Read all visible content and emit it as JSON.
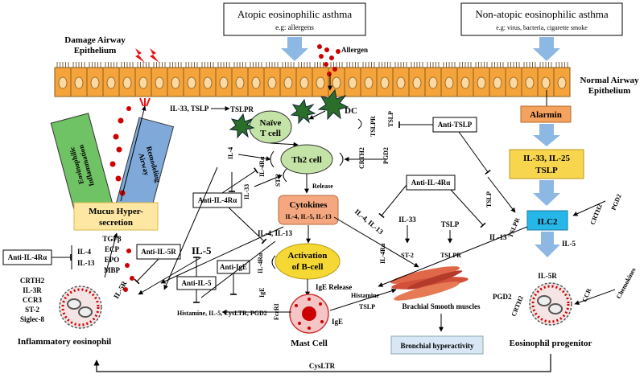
{
  "headers": {
    "atopic": {
      "title": "Atopic eosinophilic asthma",
      "subtitle": "e.g: allergens"
    },
    "nonatopic": {
      "title": "Non-atopic eosinophilic asthma",
      "subtitle": "e.g: virus, bacteria, cigarette smoke"
    }
  },
  "epithelium": {
    "damage_label_1": "Damage Airway",
    "damage_label_2": "Epithelium",
    "normal_label_1": "Normal Airway",
    "normal_label_2": "Epithelium",
    "allergen": "Allergen"
  },
  "left_column": {
    "eos_inflammation_1": "Eosinophilic",
    "eos_inflammation_2": "Inflammation",
    "remodeling_1": "Airway",
    "remodeling_2": "Remodeling",
    "mucus_1": "Mucus Hyper-",
    "mucus_2": "secretion",
    "anti_il4ra": "Anti-IL-4Rα",
    "il4": "IL-4",
    "il13": "IL-13",
    "mediators": [
      "TGFβ",
      "ECP",
      "EPO",
      "MBP"
    ],
    "receptors": [
      "CRTH2",
      "IL-3R",
      "CCR3",
      "ST-2",
      "Siglec-8"
    ],
    "inflammatory_eos": "Inflammatory eosinophil",
    "il5r": "IL-5R",
    "anti_il5r": "Anti-IL-5R"
  },
  "center": {
    "il33_tslp": "IL-33, TSLP",
    "tslpr": "TSLPR",
    "naive_1": "Naïve",
    "naive_2": "T cell",
    "dc": "DC",
    "tslpr_dc": "TSLPR",
    "tslp_dc": "TSLP",
    "il4": "IL-4",
    "il4ra": "IL-4Rα",
    "th2": "Th2 cell",
    "crth2": "CRTH2",
    "pgd2": "PGD2",
    "il33": "IL-33",
    "st2": "ST-2",
    "anti_il4ra_center": "Anti-IL-4Rα",
    "release": "Release",
    "cytokines": "Cytokines",
    "cytokine_list": "IL-4, IL-5, IL-13",
    "il4_il13_mid": "IL-4, IL-13",
    "il4ra_b": "IL-4Rα",
    "activation_1": "Activation",
    "activation_2": "of B-cell",
    "il5": "IL-5",
    "anti_ige": "Anti-IgE",
    "anti_il5": "Anti-IL-5",
    "ige": "IgE",
    "fceri": "FcεRI",
    "ige_release": "IgE Release",
    "mediators_line": "Histamine, IL-5, CysLTR, PGD2",
    "mast": "Mast Cell",
    "ige_mast": "IgE",
    "histamine": "Histamine",
    "tslp_mast": "TSLP"
  },
  "right_center": {
    "anti_tslp": "Anti-TSLP",
    "anti_il4ra": "Anti-IL-4Rα",
    "il4_il13": "IL-4, IL-13",
    "tslp": "TSLP",
    "il13": "IL-13",
    "il33": "IL-33",
    "tslp2": "TSLP",
    "il4ra": "IL-4Rα",
    "st2": "ST-2",
    "tslpr": "TSLPR",
    "smooth": "Brachial Smooth muscles",
    "hyper": "Bronchial hyperactivity"
  },
  "right_column": {
    "alarmin": "Alarmin",
    "il_box_1": "IL-33, IL-25",
    "il_box_2": "TSLP",
    "tslpr": "TSLPR",
    "crth2": "CRTH2",
    "pgd2": "PGD2",
    "ilc2": "ILC2",
    "il5": "IL-5",
    "il5r": "IL-5R",
    "pgd2_b": "PGD2",
    "crth2_b": "CRTH2",
    "ccr": "CCR",
    "chemokines": "Chemokines",
    "progenitor": "Eosinophil progenitor"
  },
  "bottom": {
    "cyslt": "CysLTR"
  },
  "colors": {
    "cell_green": "#c4e3a6",
    "cytokine_orange": "#f5a880",
    "bcell_yellow": "#f5d833",
    "mucus_yellow": "#fde7a3",
    "inflam_green": "#6fc364",
    "remodel_blue": "#7fa9d8",
    "alarm_orange": "#f5a25e",
    "il_yellow": "#f7d54c",
    "ilc2_blue": "#27b6e8",
    "epithelium": "#f5a43c",
    "arrow_blue": "#8db8e3"
  }
}
